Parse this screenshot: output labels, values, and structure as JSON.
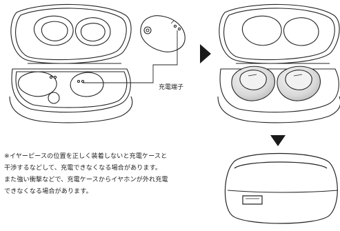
{
  "labels": {
    "charging_terminal": "充電端子"
  },
  "note": {
    "lines": [
      "※イヤーピースの位置を正しく装着しないと充電ケースと",
      "干渉するなどして、充電できなくなる場合があります。",
      "また強い衝撃などで、充電ケースからイヤホンが外れ充電",
      "できなくなる場合があります。"
    ]
  },
  "colors": {
    "line": "#222222",
    "arrow": "#1a1a1a",
    "earbud_fill": "#e6e6e6"
  }
}
